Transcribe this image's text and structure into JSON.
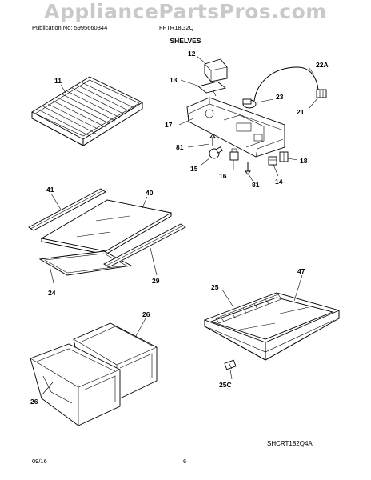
{
  "watermark": "AppliancePartsPros.com",
  "header": {
    "publication": "Publication No: 5995660344",
    "model": "FFTR18G2Q"
  },
  "section_title": "SHELVES",
  "diagram_code": "SHCRT182Q4A",
  "footer": {
    "date": "09/16",
    "page": "6"
  },
  "callouts": {
    "c12": "12",
    "c13": "13",
    "c22a": "22A",
    "c23": "23",
    "c21": "21",
    "c11": "11",
    "c17": "17",
    "c81a": "81",
    "c15": "15",
    "c16": "16",
    "c81b": "81",
    "c14": "14",
    "c18": "18",
    "c41": "41",
    "c40": "40",
    "c24": "24",
    "c29": "29",
    "c25": "25",
    "c47": "47",
    "c26a": "26",
    "c26b": "26",
    "c25c": "25C"
  }
}
